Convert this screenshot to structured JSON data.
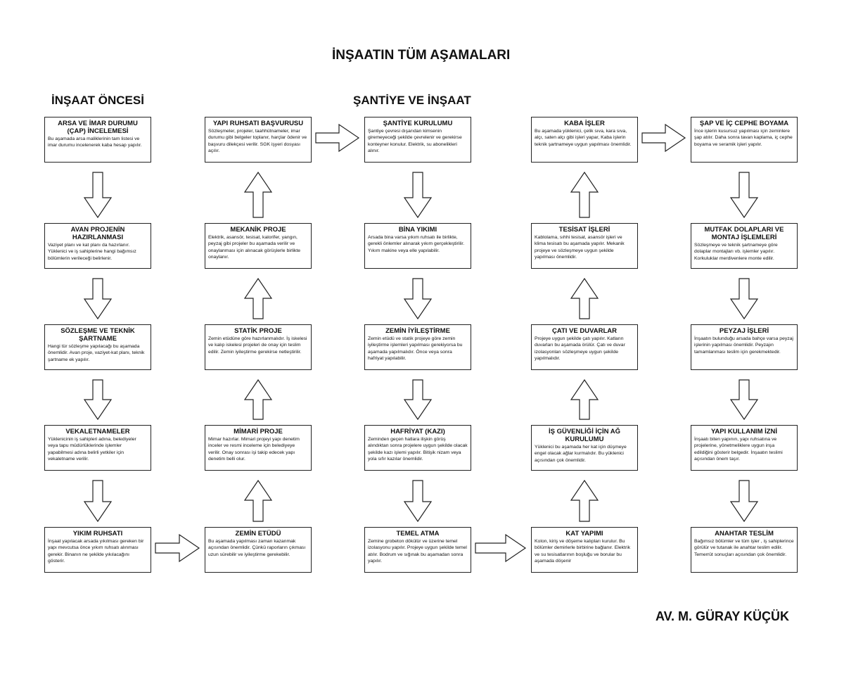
{
  "title": "İNŞAATIN TÜM AŞAMALARI",
  "sections": [
    "İNŞAAT ÖNCESİ",
    "ŞANTİYE VE İNŞAAT"
  ],
  "author": "AV. M. GÜRAY KÜÇÜK",
  "cards": [
    {
      "id": "arsa-imar",
      "title": "ARSA VE İMAR DURUMU (ÇAP) İNCELEMESİ",
      "text": "Bu aşamada arsa maliklerinin tam listesi ve imar durumu incelenerek kaba hesap yapılır."
    },
    {
      "id": "avan-proje",
      "title": "AVAN PROJENİN HAZIRLANMASI",
      "text": "Vaziyet planı ve kat planı da hazırlanır. Yüklenici ve iş sahiplerine hangi bağımsız bölümlerin verileceği belirlenir."
    },
    {
      "id": "sozlesme",
      "title": "SÖZLEŞME VE TEKNİK ŞARTNAME",
      "text": "Hangi tür sözleşme yapılacağı bu aşamada önemlidir. Avan proje, vaziyet-kat planı, teknik şartname ek yapılır."
    },
    {
      "id": "vekaletname",
      "title": "VEKALETNAMELER",
      "text": "Yüklenicinin iş sahipleri adına, belediyeler veya tapu müdürlüklerinde işlemler yapabilmesi adına belirli yetkiler için vekaletname verilir."
    },
    {
      "id": "yikim-ruhsati",
      "title": "YIKIM RUHSATI",
      "text": "İnşaat yapılacak arsada yıkılması gereken bir yapı mevcutsa önce yıkım ruhsatı alınması gerekir. Binanın ne şekilde yıkılacağını gösterir."
    },
    {
      "id": "zemin-etudu",
      "title": "ZEMİN ETÜDÜ",
      "text": "Bu aşamada yapılması zaman kazanmak açısından önemlidir. Çünkü raporların çıkması uzun sürebilir ve iyileştirme gerekebilir."
    },
    {
      "id": "mimari-proje",
      "title": "MİMARİ PROJE",
      "text": "Mimar hazırlar. Mimari projeyi yapı denetim inceler ve resmi inceleme için belediyeye verilir. Onay sonrası işi takip edecek yapı denetim belli olur."
    },
    {
      "id": "statik-proje",
      "title": "STATİK PROJE",
      "text": "Zemin etüdüne göre hazırlanmalıdır. İş iskelesi ve kalıp iskelesi projeleri de onay için teslim edilir. Zemin iyileştirme gerekirse netleştirilir."
    },
    {
      "id": "mekanik-proje",
      "title": "MEKANİK PROJE",
      "text": "Elektrik, asansör, tesisat, kalorifer, yangın, peyzaj gibi projeler bu aşamada verilir ve onaylanması için alınacak görüşlerle birlikte onaylanır."
    },
    {
      "id": "yapi-ruhsati",
      "title": "YAPI RUHSATI BAŞVURUSU",
      "text": "Sözleşmeler, projeler, taahhütnameler, imar durumu gibi belgeler toplanır, harçlar ödenir ve başvuru dilekçesi verilir. SGK işyeri dosyası açılır."
    },
    {
      "id": "santiye-kurulumu",
      "title": "ŞANTİYE KURULUMU",
      "text": "Şantiye çevresi dışarıdan kimsenin giremeyeceği şekilde çevrelenir ve gerekirse konteyner konulur. Elektrik, su abonelikleri alınır."
    },
    {
      "id": "bina-yikimi",
      "title": "BİNA YIKIMI",
      "text": "Arsada bina varsa yıkım ruhsatı ile birlikte, gerekli önlemler alınarak yıkım gerçekleştirilir. Yıkım makine veya elle yapılabilir."
    },
    {
      "id": "zemin-iyilestirme",
      "title": "ZEMİN İYİLEŞTİRME",
      "text": "Zemin etüdü ve statik projeye göre zemin iyileştirme işlemleri yapılması gerekiyorsa bu aşamada yapılmalıdır. Önce veya sonra hafriyat yapılabilir."
    },
    {
      "id": "hafriyat",
      "title": "HAFRİYAT (KAZI)",
      "text": "Zeminden geçen hatlara ilişkin görüş alındıktan sonra projelere uygun şekilde olacak şekilde kazı işlemi yapılır. Bitişik nizam veya yola sıfır kazılar önemlidir."
    },
    {
      "id": "temel-atma",
      "title": "TEMEL ATMA",
      "text": "Zemine grobeton dökülür ve üzerine temel izolasyonu yapılır. Projeye uygun şekilde temel atılır. Bodrum ve sığınak bu aşamadan sonra yapılır."
    },
    {
      "id": "kat-yapimi",
      "title": "KAT YAPIMI",
      "text": "Kolon, kiriş ve döşeme kalıpları kurulur. Bu bölümler demirlerle birbirine bağlanır. Elektrik ve su tesisatlarının boşluğu ve borular bu aşamada döşenir"
    },
    {
      "id": "is-guvenligi",
      "title": "İŞ GÜVENLİĞİ İÇİN AĞ KURULUMU",
      "text": "Yüklenici bu aşamada her kat için düşmeye engel olacak ağlar kurmalıdır. Bu yüklenici açısından çok önemlidir."
    },
    {
      "id": "cati-duvarlar",
      "title": "ÇATI VE DUVARLAR",
      "text": "Projeye uygun şekilde çatı yapılır. Katların duvarları bu aşamada örülür. Çatı ve duvar izolasyonları sözleşmeye uygun şekilde yapılmalıdır."
    },
    {
      "id": "tesisat-isleri",
      "title": "TESİSAT İŞLERİ",
      "text": "Kablolama, sıhhi tesisat, asansör işleri ve klima tesisatı bu aşamada yapılır. Mekanik projeye ve sözleşmeye uygun şekilde yapılması önemlidir."
    },
    {
      "id": "kaba-isler",
      "title": "KABA İŞLER",
      "text": "Bu aşamada yüklenici, çelik sıva, kara sıva, alçı, saten alçı gibi işleri yapar, Kaba işlerin teknik şartnameye uygun yapılması önemlidir."
    },
    {
      "id": "sap-boyama",
      "title": "ŞAP VE İÇ CEPHE BOYAMA",
      "text": "İnce işlerin kusursuz yapılması için zeminlere şap atılır. Daha sonra tavan kaplama, iç cephe boyama ve seramik işleri yapılır."
    },
    {
      "id": "mutfak-dolap",
      "title": "MUTFAK DOLAPLARI VE MONTAJ İŞLEMLERİ",
      "text": "Sözleşmeye ve teknik şartnameye göre dolaplar montajları vb. işlemler yapılır. Korkuluklar merdivenlere monte edilir."
    },
    {
      "id": "peyzaj",
      "title": "PEYZAJ İŞLERİ",
      "text": "İnşaatın bulunduğu arsada bahçe varsa peyzaj işlerinin yapılması önemlidir. Peyzajın tamamlanması teslim için gerekmektedir."
    },
    {
      "id": "yapi-kullanim",
      "title": "YAPI KULLANIM İZNİ",
      "text": "İnşaatı biten yapının, yapı ruhsatına ve projelerine, yönetmeliklere uygun inşa edildiğini gösterir belgedir. İnşaatın teslimi açısından önem taşır."
    },
    {
      "id": "anahtar-teslim",
      "title": "ANAHTAR TESLİM",
      "text": "Bağımsız bölümler ve tüm işler , iş sahiplerince görülür ve tutanak ile anahtar teslim edilir. Temerrüt sonuçları açısından çok önemlidir."
    }
  ]
}
